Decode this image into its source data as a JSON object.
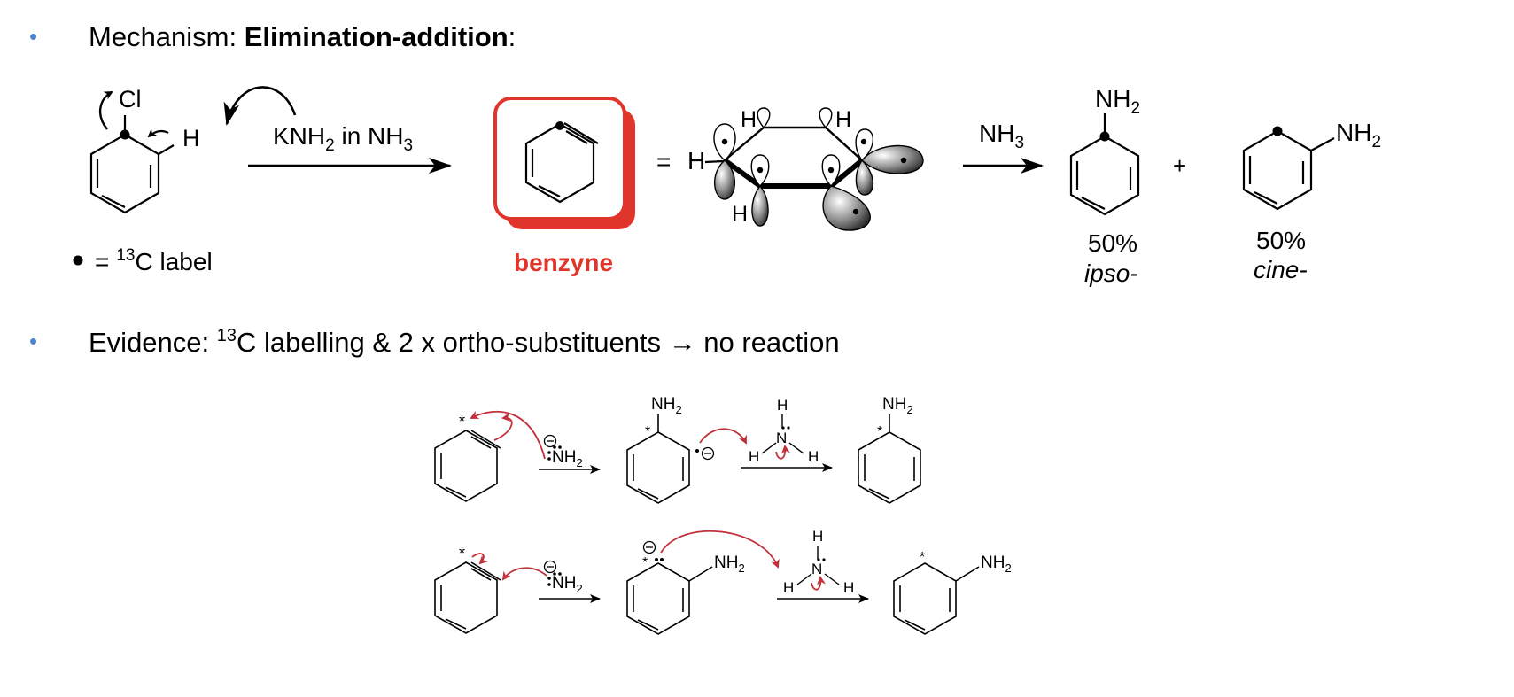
{
  "bullets": {
    "mechanism": {
      "prefix": "Mechanism: ",
      "bold": "Elimination-addition",
      "suffix": ":"
    },
    "evidence": {
      "prefix": "Evidence: ",
      "sup": "13",
      "rest": "C labelling & 2 x ortho-substituents → no reaction"
    }
  },
  "scheme": {
    "cl": "Cl",
    "h": "H",
    "reagent": {
      "a": "KNH",
      "a_sub": "2",
      "b": " in NH",
      "b_sub": "3"
    },
    "label_note": {
      "eq": "=",
      "sup": "13",
      "text": "C label"
    },
    "benzyne_label": "benzyne",
    "benzyne_color": "#e0352b",
    "equals": "=",
    "orbital_h": "H",
    "nh3": {
      "a": "NH",
      "sub": "3"
    },
    "nh2": {
      "a": "NH",
      "sub": "2"
    },
    "plus": "+",
    "ipso": {
      "pct": "50%",
      "name": "ipso-"
    },
    "cine": {
      "pct": "50%",
      "name": "cine-"
    }
  },
  "evidence_scheme": {
    "arrow_color": "#c2303a",
    "star": "*",
    "nh2": {
      "a": "NH",
      "sub": "2"
    },
    "n": "N",
    "h": "H",
    "minus": "−"
  }
}
